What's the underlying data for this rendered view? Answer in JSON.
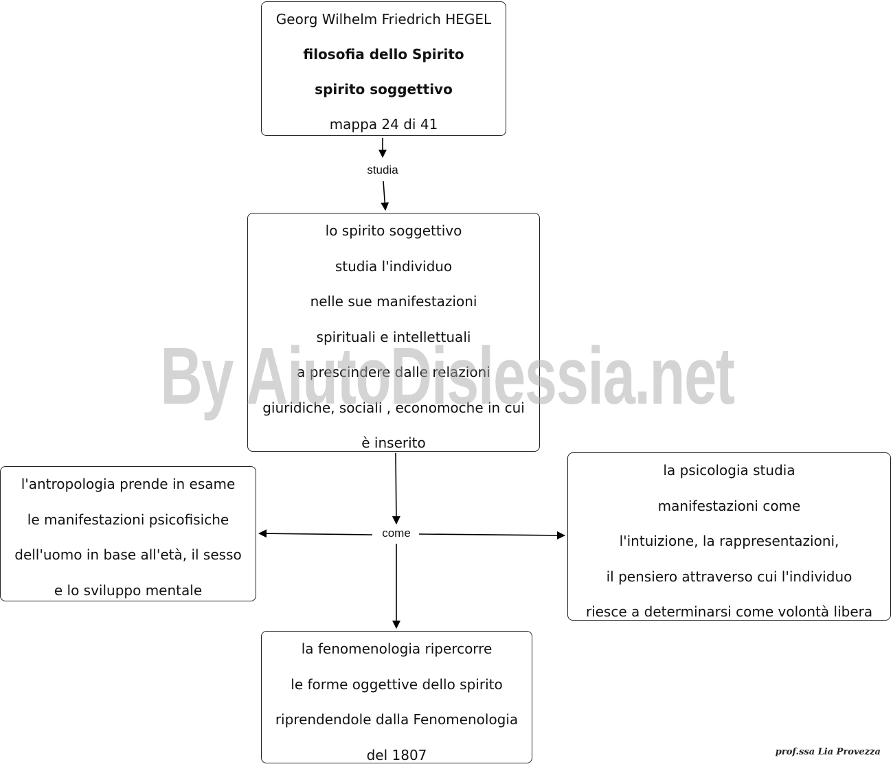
{
  "diagram": {
    "nodes": {
      "title": {
        "lines": [
          "Georg Wilhelm Friedrich HEGEL",
          "filosofia dello Spirito",
          "spirito soggettivo",
          "mappa 24 di 41"
        ]
      },
      "soggettivo": {
        "lines": [
          "lo spirito soggettivo",
          " studia l'individuo",
          "nelle sue manifestazioni",
          "spirituali e intellettuali",
          "a prescindere dalle relazioni",
          "giuridiche, sociali , economoche in cui",
          "è inserito"
        ]
      },
      "antropologia": {
        "lines": [
          "l'antropologia prende in esame",
          "le manifestazioni psicofisiche",
          "dell'uomo in base all'età, il sesso",
          "e lo sviluppo mentale"
        ]
      },
      "psicologia": {
        "lines": [
          "la psicologia studia",
          " manifestazioni come",
          "l'intuizione, la rappresentazioni,",
          "il pensiero attraverso cui l'individuo",
          "riesce a determinarsi come volontà  libera"
        ]
      },
      "fenomenologia": {
        "lines": [
          "la fenomenologia ripercorre",
          " le forme oggettive dello spirito",
          "riprendendole dalla Fenomenologia",
          "del 1807"
        ]
      }
    },
    "links": {
      "studia": "studia",
      "come": "come"
    }
  },
  "watermark": "By AiutoDislessia.net",
  "signature": "prof.ssa Lia Provezza"
}
